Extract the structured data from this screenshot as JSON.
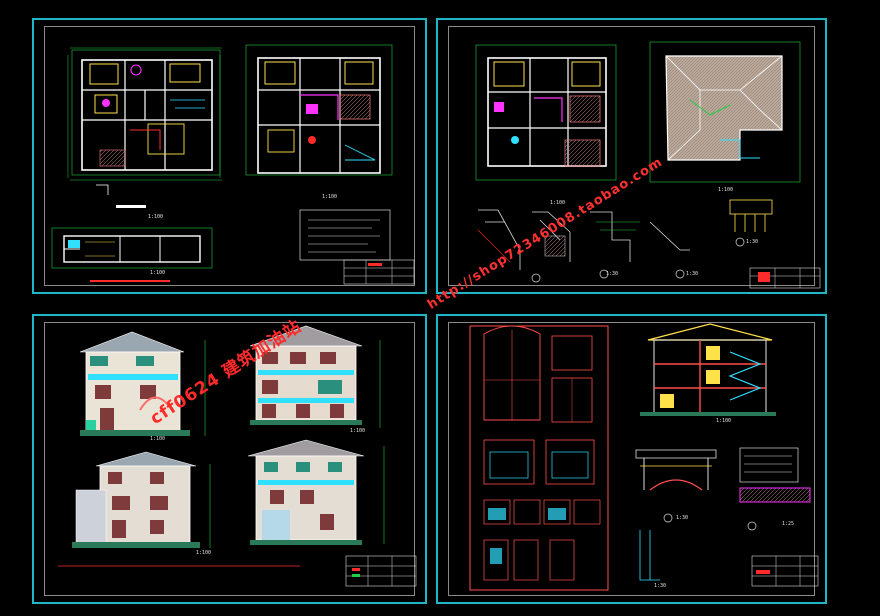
{
  "watermark": {
    "line1": "cff0624 建筑加油站",
    "line2": "http://shop72346008.taobao.com"
  },
  "colors": {
    "background": "#000000",
    "frame": "#1fb6c8",
    "wall": "#ffffff",
    "dimension": "#22cc44",
    "accent_red": "#ff2a2a",
    "accent_yellow": "#ffe14a",
    "accent_magenta": "#ff33ff",
    "accent_cyan": "#30e0ff"
  },
  "sheets": [
    {
      "id": "sheet-1",
      "content": "floor-plans"
    },
    {
      "id": "sheet-2",
      "content": "floor-plans-roof-details"
    },
    {
      "id": "sheet-3",
      "content": "elevations"
    },
    {
      "id": "sheet-4",
      "content": "door-window-section-details"
    }
  ],
  "scales": {
    "s1a": "1:100",
    "s1b": "1:100",
    "s1c": "1:100",
    "s2a": "1:100",
    "s2b": "1:100",
    "s2c": "1:30",
    "s2d": "1:30",
    "s2e": "1:30",
    "s3a": "1:100",
    "s3b": "1:100",
    "s3c": "1:100",
    "s4a": "1:100",
    "s4b": "1:30",
    "s4c": "1:25",
    "s4d": "1:30"
  }
}
